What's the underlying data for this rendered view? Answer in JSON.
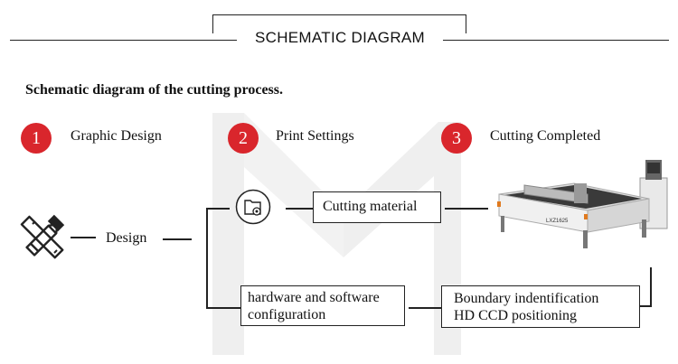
{
  "header": {
    "title": "SCHEMATIC DIAGRAM"
  },
  "subtitle": "Schematic diagram of the cutting process.",
  "steps": [
    {
      "number": "1",
      "label": "Graphic Design"
    },
    {
      "number": "2",
      "label": "Print Settings"
    },
    {
      "number": "3",
      "label": "Cutting Completed"
    }
  ],
  "flow": {
    "design": "Design",
    "cutting_material": "Cutting material",
    "hardware_line1": "hardware and software",
    "hardware_line2": "configuration",
    "boundary_line1": "Boundary indentification",
    "boundary_line2": "HD CCD positioning"
  },
  "machine": {
    "model_label": "LXZ1625"
  },
  "colors": {
    "accent": "#d9262c",
    "line": "#222222",
    "watermark": "#ececec"
  },
  "icons": {
    "design": "pencil-ruler-icon",
    "folder": "folder-gear-icon",
    "machine": "cutting-machine-image"
  }
}
